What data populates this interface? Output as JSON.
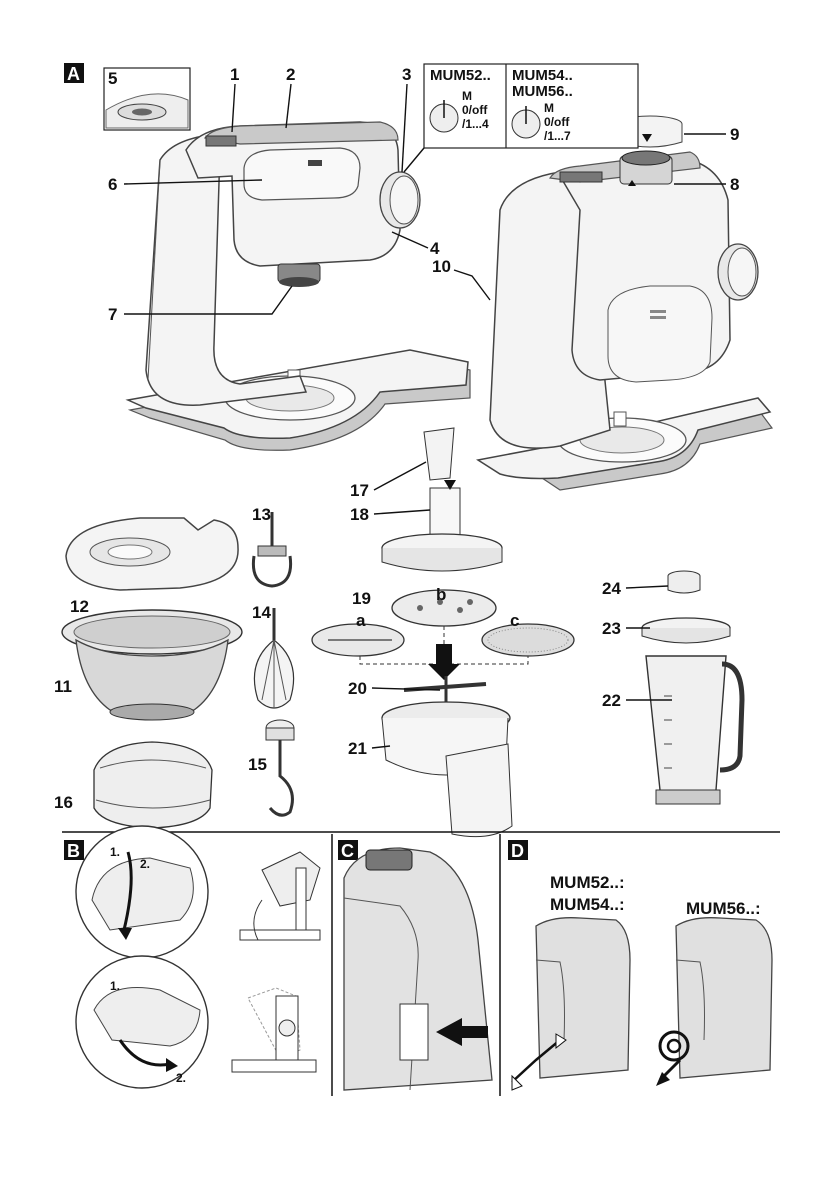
{
  "panels": {
    "A": "A",
    "B": "B",
    "C": "C",
    "D": "D"
  },
  "labels": {
    "n1": "1",
    "n2": "2",
    "n3": "3",
    "n4": "4",
    "n5": "5",
    "n6": "6",
    "n7": "7",
    "n8": "8",
    "n9": "9",
    "n10": "10",
    "n11": "11",
    "n12": "12",
    "n13": "13",
    "n14": "14",
    "n15": "15",
    "n16": "16",
    "n17": "17",
    "n18": "18",
    "n19": "19",
    "n20": "20",
    "n21": "21",
    "n22": "22",
    "n23": "23",
    "n24": "24",
    "a": "a",
    "b": "b",
    "c": "c"
  },
  "speed_box": {
    "left_model": "MUM52..",
    "left_m": "M",
    "left_off": "0/off",
    "left_range": "/1...4",
    "right_model_1": "MUM54..",
    "right_model_2": "MUM56..",
    "right_m": "M",
    "right_off": "0/off",
    "right_range": "/1...7"
  },
  "panel_b": {
    "step1_top": "1.",
    "step2_top": "2.",
    "step1_bottom": "1.",
    "step2_bottom": "2."
  },
  "panel_d": {
    "model_left_1": "MUM52..:",
    "model_left_2": "MUM54..:",
    "model_right": "MUM56..:"
  }
}
